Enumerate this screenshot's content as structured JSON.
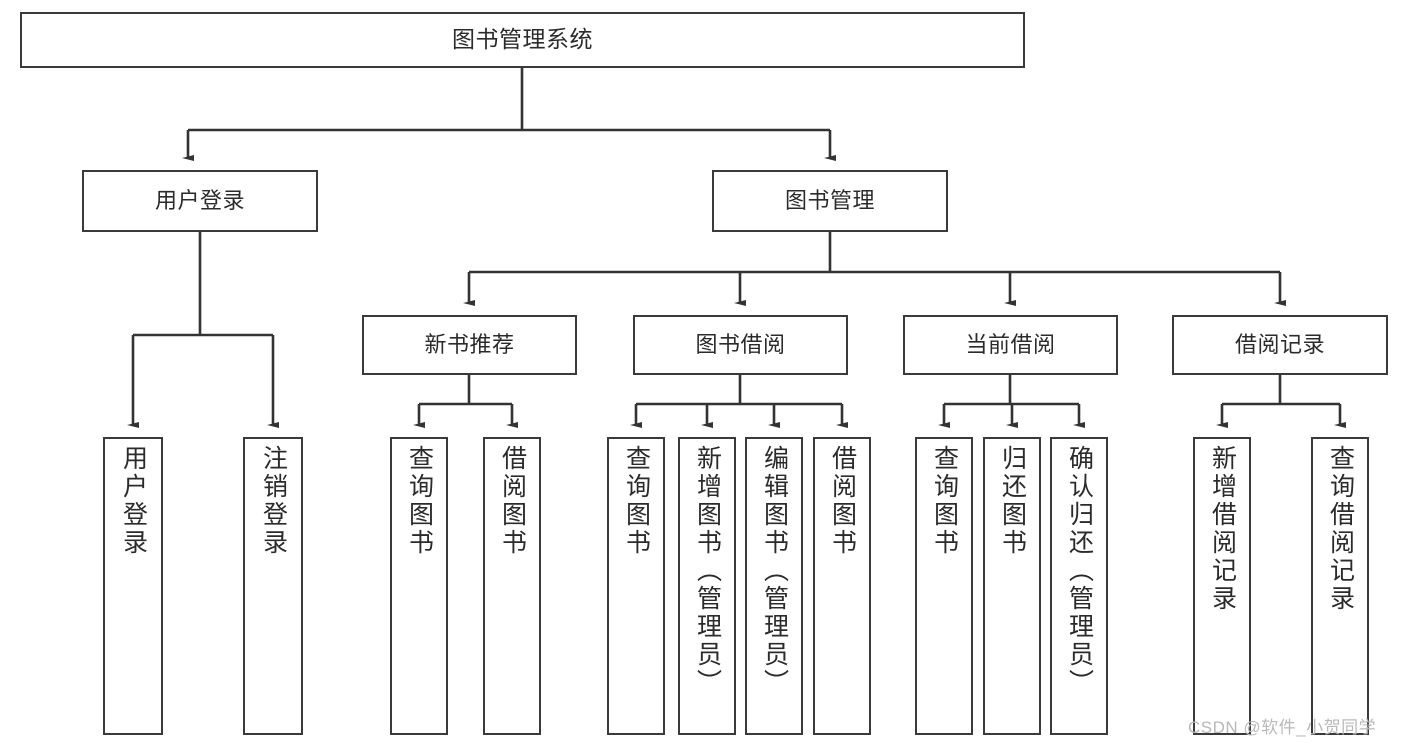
{
  "diagram": {
    "type": "tree",
    "title": "图书管理系统",
    "orientation": "top-down",
    "colors": {
      "node_border": "#3a3a3a",
      "node_fill": "#ffffff",
      "edge": "#333333",
      "text": "#2b2b2b",
      "watermark": "#b9b9b9",
      "background": "#ffffff"
    },
    "root": {
      "label": "图书管理系统"
    },
    "level2": [
      {
        "label": "用户登录"
      },
      {
        "label": "图书管理"
      }
    ],
    "level3": [
      {
        "label": "新书推荐"
      },
      {
        "label": "图书借阅"
      },
      {
        "label": "当前借阅"
      },
      {
        "label": "借阅记录"
      }
    ],
    "leaves": {
      "user_login": [
        {
          "label": "用户登录"
        },
        {
          "label": "注销登录"
        }
      ],
      "new_book_recommend": [
        {
          "label": "查询图书"
        },
        {
          "label": "借阅图书"
        }
      ],
      "book_borrow": [
        {
          "label": "查询图书"
        },
        {
          "label": "新增图书（管理员）"
        },
        {
          "label": "编辑图书（管理员）"
        },
        {
          "label": "借阅图书"
        }
      ],
      "current_borrow": [
        {
          "label": "查询图书"
        },
        {
          "label": "归还图书"
        },
        {
          "label": "确认归还（管理员）"
        }
      ],
      "borrow_record": [
        {
          "label": "新增借阅记录"
        },
        {
          "label": "查询借阅记录"
        }
      ]
    }
  },
  "watermark": {
    "text": "CSDN @软件_小贺同学"
  }
}
